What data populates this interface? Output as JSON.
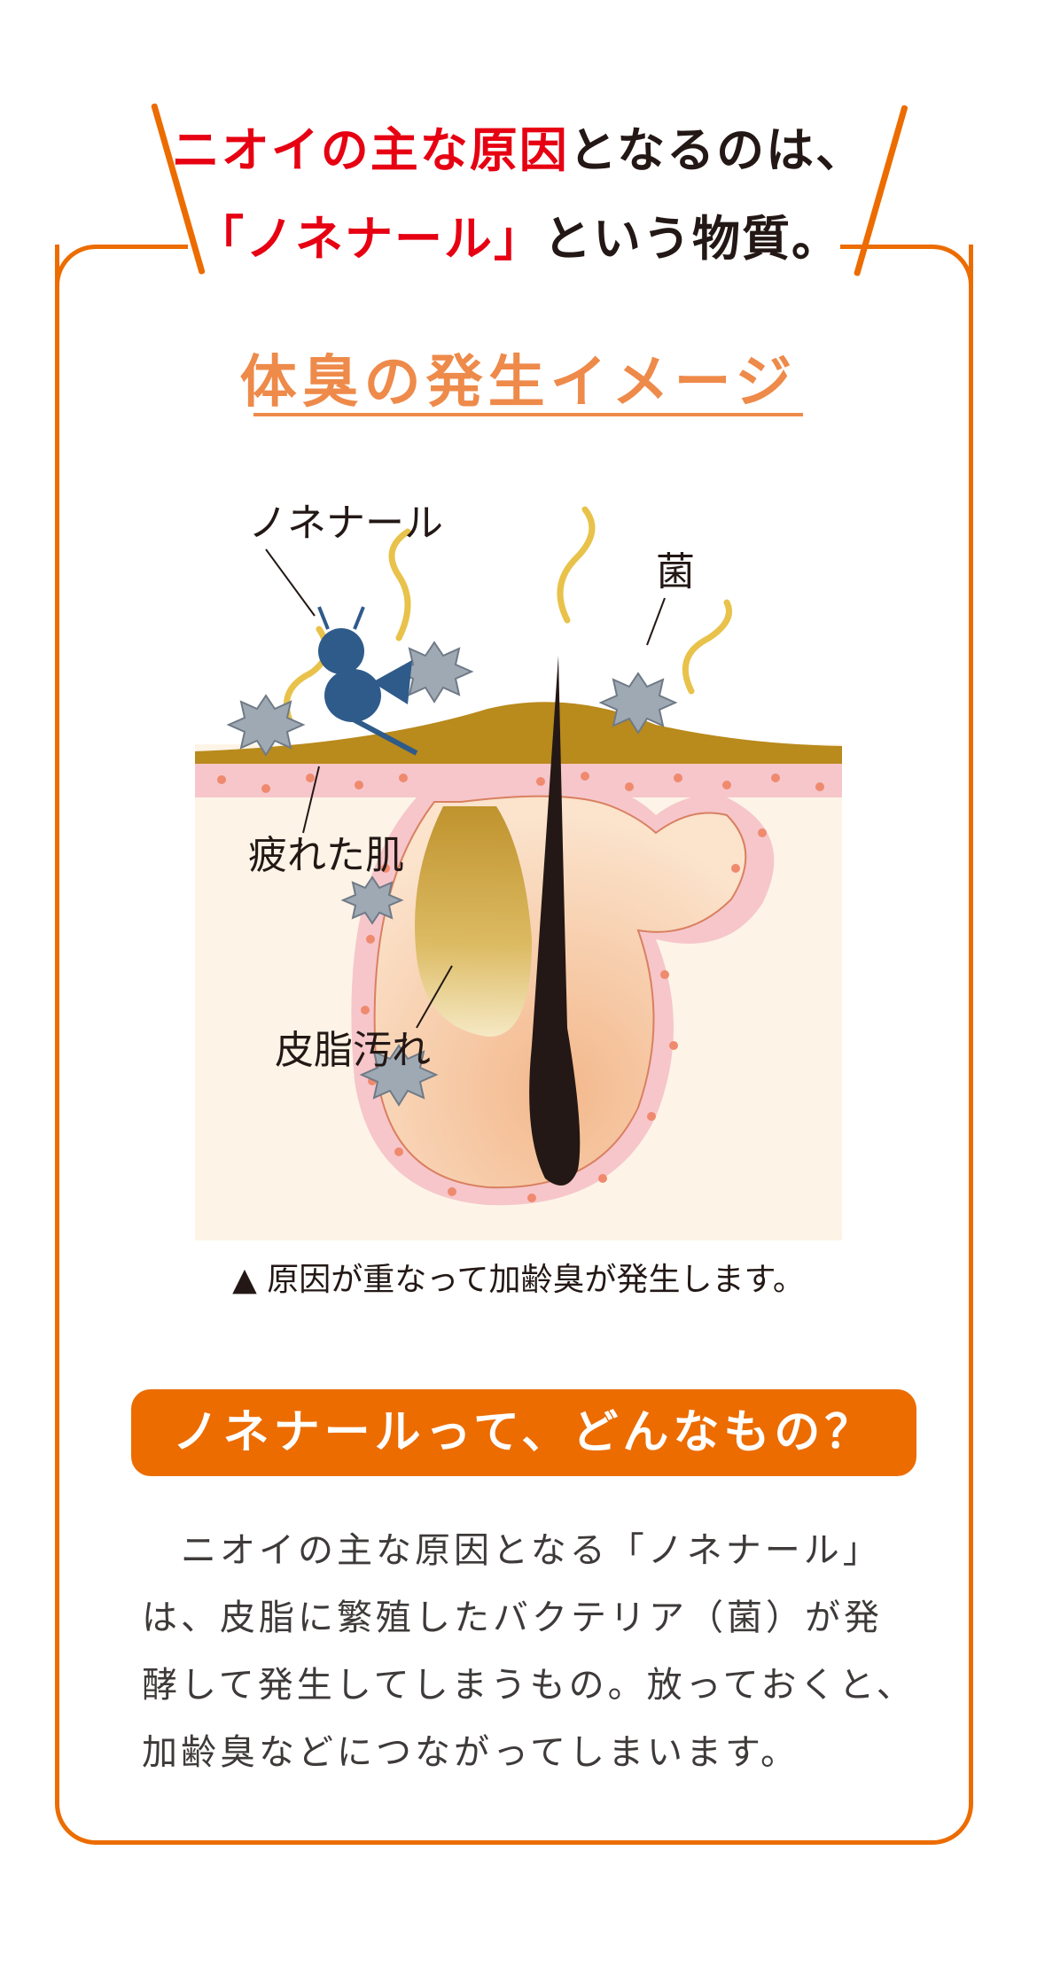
{
  "headline": {
    "line1_red": "ニオイの主な原因",
    "line1_black": "となるのは、",
    "line2_red": "「ノネナール」",
    "line2_black": "という物質。"
  },
  "section_title": "体臭の発生イメージ",
  "illustration": {
    "label_nonenal": "ノネナール",
    "label_bacteria": "菌",
    "label_skin": "疲れた肌",
    "label_sebum": "皮脂汚れ"
  },
  "caption": "▲ 原因が重なって加齢臭が発生します。",
  "question_pill": "ノネナールって、どんなもの？",
  "body_lines": [
    "　ニオイの主な原因となる「ノネナール」",
    "は、皮脂に繁殖したバクテリア（菌）が発",
    "酵して発生してしまうもの。放っておくと、",
    "加齢臭などにつながってしまいます。"
  ],
  "colors": {
    "orange": "#ec6c00",
    "title_orange": "#ee8a4a",
    "red": "#e60012",
    "skin_pink": "#f6c6cb",
    "sebum_gold": "#c69a2a",
    "hair": "#231815",
    "nonenal_blue": "#2f5b8a",
    "bacteria_gray": "#9ea9b4"
  }
}
